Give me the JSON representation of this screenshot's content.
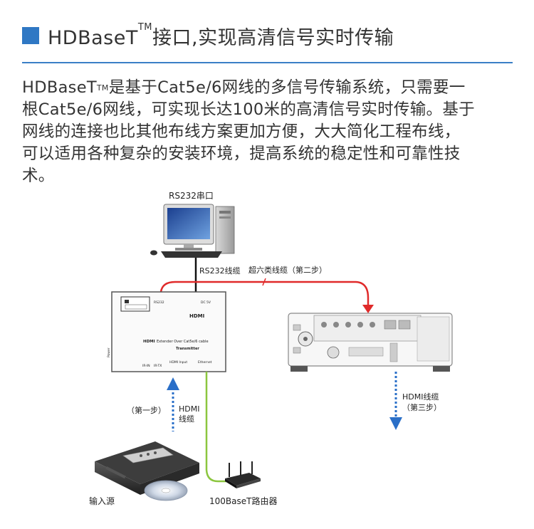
{
  "header": {
    "title_main": "HDBaseT",
    "title_sup": "TM",
    "title_rest": "接口,实现高清信号实时传输"
  },
  "description": {
    "line1_a": "HDBaseT",
    "line1_sup": "TM",
    "line1_b": "是基于Cat5e/6网线的多信号传输系统，只需要一",
    "line2": "根Cat5e/6网线，可实现长达100米的高清信号实时传输。基于",
    "line3": "网线的连接也比其他布线方案更加方便，大大简化工程布线，",
    "line4": "可以适用各种复杂的安装环境，提高系统的稳定性和可靠性技",
    "line5": "术。"
  },
  "diagram": {
    "rs232_port": "RS232串口",
    "rs232_cable": "RS232线缆",
    "cat6_cable": "超六类线缆（第二步）",
    "transmitter": {
      "brand": "HDMI",
      "subtitle_a": "HDMI",
      "subtitle_b": "Extender Over Cat5e/6 cable",
      "name": "Transmitter",
      "port_ir": "IR-IN",
      "port_ir2": "IR-TX",
      "port_hdmi": "HDMI Input",
      "port_eth": "Ethernet",
      "top_label_a": "RS232",
      "top_label_b": "DC 5V",
      "side_label": "Power"
    },
    "step1": "（第一步）",
    "hdmi_cable_left_a": "HDMI",
    "hdmi_cable_left_b": "线缆",
    "hdmi_cable_right_a": "HDMI线缆",
    "hdmi_cable_right_b": "（第三步）",
    "input_source": "输入源",
    "router": "100BaseT路由器"
  },
  "colors": {
    "accent_blue": "#2f78c4",
    "cable_red": "#e02a2a",
    "cable_green": "#8cc63f",
    "arrow_blue": "#2a6fc8"
  }
}
